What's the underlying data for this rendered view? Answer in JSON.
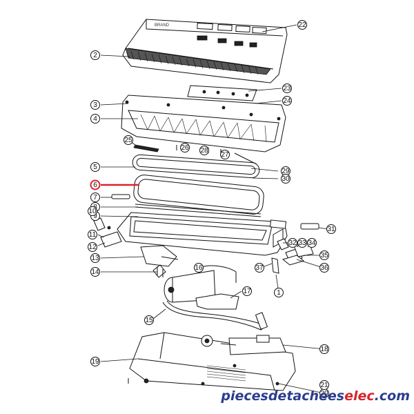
{
  "diagram": {
    "highlight_color": "#d6252b",
    "highlighted_part": "6",
    "brand_text": "BRAND",
    "watermark": {
      "text_primary": "piecesdetachees",
      "text_secondary": "elec",
      "text_tld": ".com",
      "color_primary": "#2b3d8f",
      "color_secondary": "#d6252b"
    },
    "callouts": [
      {
        "id": "c1",
        "label": "1"
      },
      {
        "id": "c2",
        "label": "2"
      },
      {
        "id": "c3",
        "label": "3"
      },
      {
        "id": "c4",
        "label": "4"
      },
      {
        "id": "c5",
        "label": "5"
      },
      {
        "id": "c6",
        "label": "6"
      },
      {
        "id": "c7",
        "label": "7"
      },
      {
        "id": "c8",
        "label": "8"
      },
      {
        "id": "c9",
        "label": "9"
      },
      {
        "id": "c10",
        "label": "10"
      },
      {
        "id": "c11",
        "label": "11"
      },
      {
        "id": "c12",
        "label": "12"
      },
      {
        "id": "c13",
        "label": "13"
      },
      {
        "id": "c14",
        "label": "14"
      },
      {
        "id": "c15",
        "label": "15"
      },
      {
        "id": "c16",
        "label": "16"
      },
      {
        "id": "c17",
        "label": "17"
      },
      {
        "id": "c18",
        "label": "18"
      },
      {
        "id": "c19",
        "label": "19"
      },
      {
        "id": "c20",
        "label": "20"
      },
      {
        "id": "c21",
        "label": "21"
      },
      {
        "id": "c22",
        "label": "22"
      },
      {
        "id": "c23",
        "label": "23"
      },
      {
        "id": "c24",
        "label": "24"
      },
      {
        "id": "c25",
        "label": "25"
      },
      {
        "id": "c26",
        "label": "26"
      },
      {
        "id": "c27",
        "label": "27"
      },
      {
        "id": "c28",
        "label": "28"
      },
      {
        "id": "c29",
        "label": "29"
      },
      {
        "id": "c30",
        "label": "30"
      },
      {
        "id": "c31",
        "label": "31"
      },
      {
        "id": "c32",
        "label": "32"
      },
      {
        "id": "c33",
        "label": "33"
      },
      {
        "id": "c34",
        "label": "34"
      },
      {
        "id": "c35",
        "label": "35"
      },
      {
        "id": "c36",
        "label": "36"
      },
      {
        "id": "c37",
        "label": "37"
      }
    ]
  }
}
